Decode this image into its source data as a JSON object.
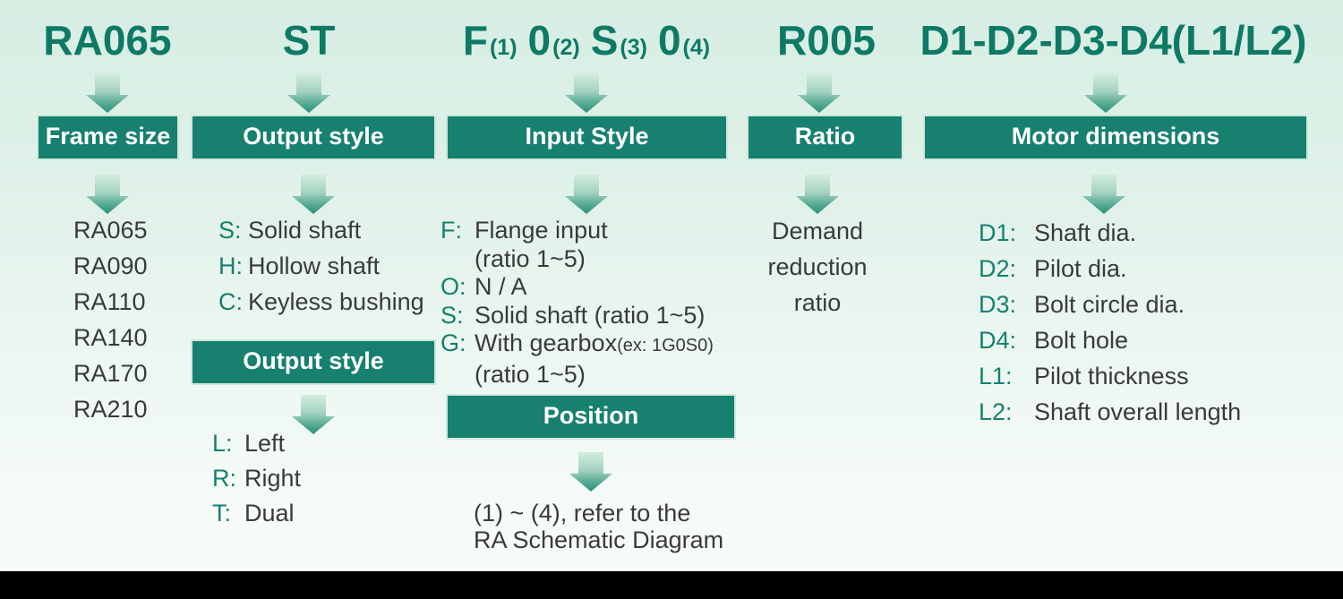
{
  "palette": {
    "accent_teal": "#17806f",
    "code_text": "#0e7a66",
    "body_text": "#3a3a3a",
    "bar_label": "#ffffff",
    "background_top": "#d7eee3",
    "background_bottom": "#f8fcfa",
    "footer_bar": "#000000"
  },
  "codes": {
    "frame_size": "RA065",
    "output_style": "ST",
    "input_style_segments": [
      "F",
      "(1)",
      "0",
      "(2)",
      "S",
      "(3)",
      "0",
      "(4)"
    ],
    "ratio": "R005",
    "motor_dimensions": "D1-D2-D3-D4(L1/L2)"
  },
  "headers": {
    "frame_size": "Frame size",
    "output_style": "Output style",
    "input_style": "Input Style",
    "ratio": "Ratio",
    "motor_dimensions": "Motor dimensions",
    "output_style_2": "Output style",
    "position": "Position"
  },
  "frame_size_items": [
    "RA065",
    "RA090",
    "RA110",
    "RA140",
    "RA170",
    "RA210"
  ],
  "output_style_items": [
    {
      "key": "S:",
      "label": "Solid shaft"
    },
    {
      "key": "H:",
      "label": "Hollow shaft"
    },
    {
      "key": "C:",
      "label": "Keyless bushing"
    }
  ],
  "output_direction_items": [
    {
      "key": "L:",
      "label": "Left"
    },
    {
      "key": "R:",
      "label": "Right"
    },
    {
      "key": "T:",
      "label": "Dual"
    }
  ],
  "input_style_items": [
    {
      "key": "F:",
      "label": "Flange input"
    },
    {
      "label": "(ratio 1~5)"
    },
    {
      "key": "O:",
      "label": "N / A"
    },
    {
      "key": "S:",
      "label": "Solid shaft (ratio 1~5)"
    },
    {
      "key": "G:",
      "label": "With gearbox",
      "note": "(ex: 1G0S0)"
    },
    {
      "label": "(ratio 1~5)"
    }
  ],
  "ratio_note_lines": [
    "Demand",
    "reduction",
    "ratio"
  ],
  "position_note_lines": [
    "(1) ~ (4), refer to the",
    "RA Schematic Diagram"
  ],
  "motor_dimension_items": [
    {
      "key": "D1:",
      "label": "Shaft dia."
    },
    {
      "key": "D2:",
      "label": "Pilot dia."
    },
    {
      "key": "D3:",
      "label": "Bolt circle dia."
    },
    {
      "key": "D4:",
      "label": "Bolt hole"
    },
    {
      "key": "L1:",
      "label": "Pilot thickness"
    },
    {
      "key": "L2:",
      "label": "Shaft overall length"
    }
  ]
}
